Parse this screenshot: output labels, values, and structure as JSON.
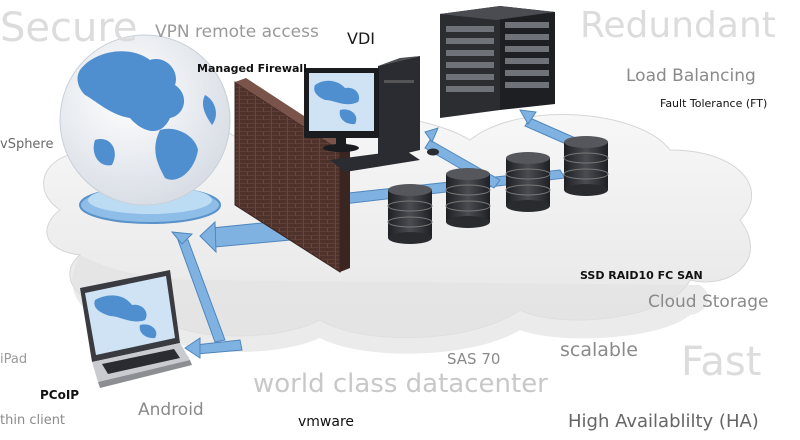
{
  "labels": {
    "secure": "Secure",
    "vpn": "VPN remote access",
    "vdi": "VDI",
    "redundant": "Redundant",
    "managed_firewall": "Managed Firewall",
    "load_balancing": "Load Balancing",
    "fault_tolerance": "Fault Tolerance (FT)",
    "vsphere": "vSphere",
    "ssd_san": "SSD RAID10 FC SAN",
    "cloud_storage": "Cloud Storage",
    "scalable": "scalable",
    "fast": "Fast",
    "ipad": "iPad",
    "sas70": "SAS 70",
    "world_class": "world class datacenter",
    "pcoip": "PCoIP",
    "android": "Android",
    "thin_client": "thin client",
    "vmware": "vmware",
    "high_availability": "High Availablilty (HA)"
  },
  "colors": {
    "cloud": "#f2f2f2",
    "globe_ocean": "#ffffff",
    "globe_land": "#4f8fcf",
    "arrow": "#7fb2e0",
    "server": "#2b2d31",
    "brick": "#5a3a33"
  },
  "icons": [
    "globe-icon",
    "firewall-icon",
    "desktop-computer-icon",
    "server-rack-icon",
    "storage-drum-icon",
    "laptop-icon"
  ]
}
